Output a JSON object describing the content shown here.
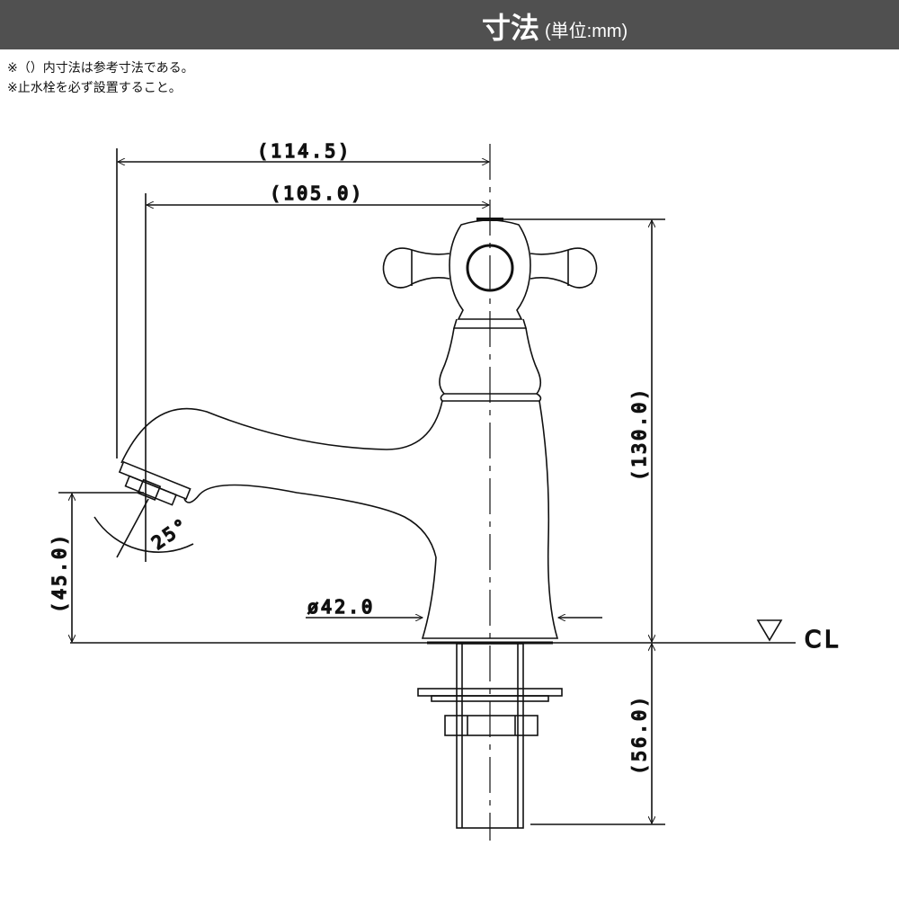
{
  "header": {
    "title": "寸法",
    "unit": "(単位:mm)"
  },
  "notes": [
    "※（）内寸法は参考寸法である。",
    "※止水栓を必ず設置すること。"
  ],
  "dimensions": {
    "spout_reach_outer": "(114.5)",
    "spout_reach_inner": "(105.0)",
    "height": "(130.0)",
    "spout_height": "(45.0)",
    "below_counter": "(56.0)",
    "base_diameter": "ø42.0",
    "spout_angle": "25°",
    "centerline_label": "CL"
  }
}
